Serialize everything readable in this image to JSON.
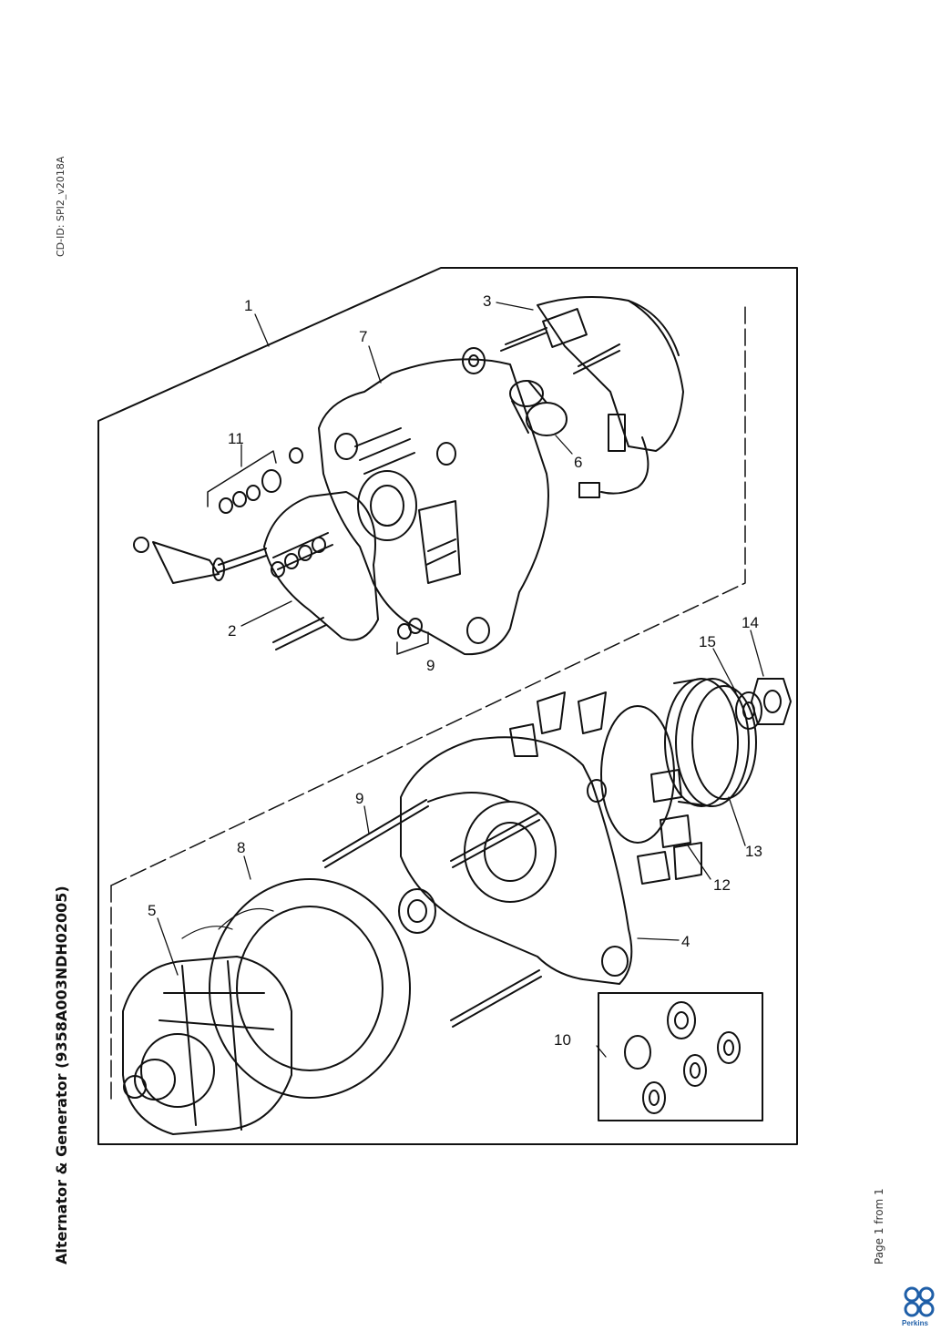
{
  "header": {
    "cd_id": "CD-ID: SPI2_v2018A"
  },
  "title": "Alternator & Generator (9358A003NDH02005)",
  "footer": {
    "page": "Page 1 from 1",
    "brand": "Perkins"
  },
  "callouts": {
    "c1": "1",
    "c2": "2",
    "c3": "3",
    "c4": "4",
    "c5": "5",
    "c6": "6",
    "c7": "7",
    "c8": "8",
    "c9a": "9",
    "c9b": "9",
    "c10": "10",
    "c11": "11",
    "c12": "12",
    "c13": "13",
    "c14": "14",
    "c15": "15"
  },
  "colors": {
    "line": "#111111",
    "brand": "#1f5fa8"
  },
  "icons": {
    "logo": "perkins-logo-icon"
  }
}
